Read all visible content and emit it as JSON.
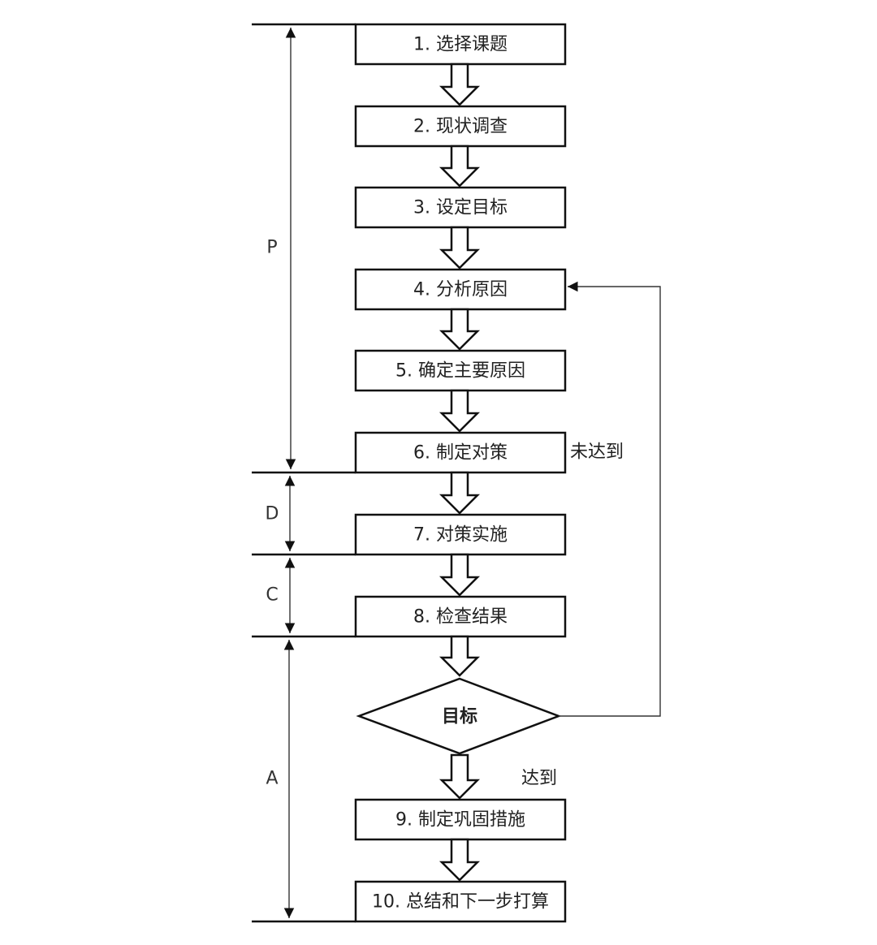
{
  "diagram": {
    "type": "flowchart",
    "title": "PDCA 十步骤流程",
    "steps": [
      {
        "id": 1,
        "label": "1. 选择课题"
      },
      {
        "id": 2,
        "label": "2. 现状调查"
      },
      {
        "id": 3,
        "label": "3. 设定目标"
      },
      {
        "id": 4,
        "label": "4. 分析原因"
      },
      {
        "id": 5,
        "label": "5. 确定主要原因"
      },
      {
        "id": 6,
        "label": "6. 制定对策"
      },
      {
        "id": 7,
        "label": "7. 对策实施"
      },
      {
        "id": 8,
        "label": "8. 检查结果"
      },
      {
        "id": 9,
        "label": "9. 制定巩固措施"
      },
      {
        "id": 10,
        "label": "10. 总结和下一步打算"
      }
    ],
    "decision": {
      "label": "目标"
    },
    "branch_labels": {
      "not_reached": "未达到",
      "reached": "达到"
    },
    "phases": [
      {
        "label": "P",
        "from_step": 1,
        "to_step": 6
      },
      {
        "label": "D",
        "from_step": 7,
        "to_step": 7
      },
      {
        "label": "C",
        "from_step": 8,
        "to_step": 8
      },
      {
        "label": "A",
        "from_step": "decision",
        "to_step": 10
      }
    ],
    "feedback": {
      "from": "decision",
      "to_step": 4,
      "condition": "未达到"
    }
  }
}
